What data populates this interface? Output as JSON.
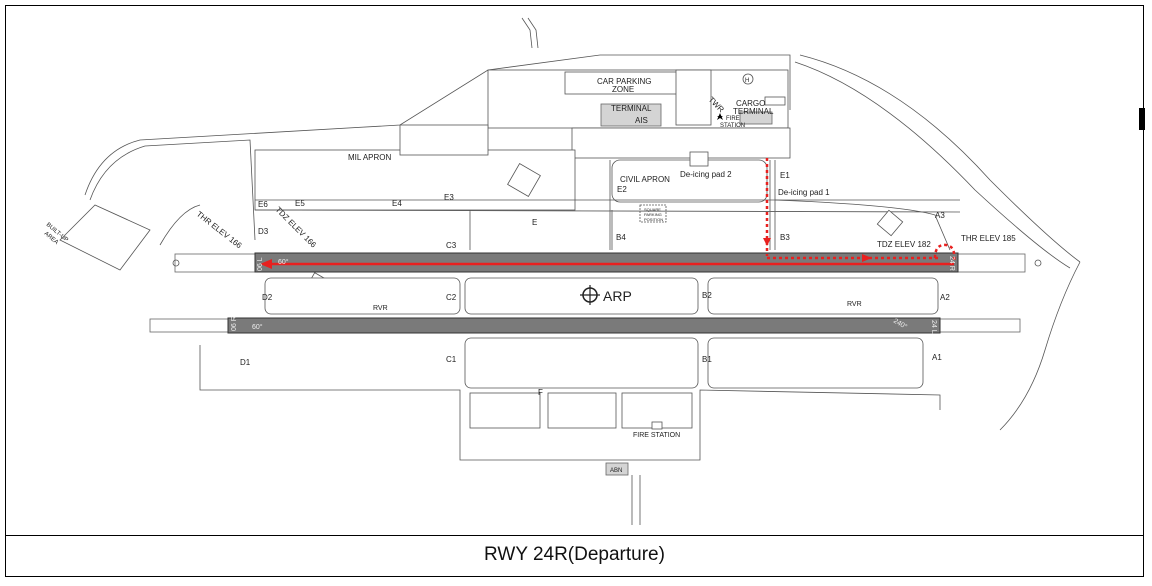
{
  "caption": "RWY 24R(Departure)",
  "colors": {
    "route": "#e8201f",
    "runway": "#7a7a7a"
  },
  "labels": {
    "car_parking": "CAR PARKING",
    "zone": "ZONE",
    "terminal": "TERMINAL",
    "ais": "AIS",
    "twr": "TWR",
    "cargo": "CARGO",
    "cargo_terminal": "TERMINAL",
    "fire_station_top_1": "FIRE",
    "fire_station_top_2": "STATION",
    "heliport": "H",
    "mil_apron": "MIL APRON",
    "civil_apron": "CIVIL APRON",
    "deicing_pad_2": "De-icing pad 2",
    "deicing_pad_1": "De-icing pad 1",
    "square_parking_1": "SQUARE",
    "square_parking_2": "PARKING",
    "square_parking_3": "POSITION",
    "thr_elev_left": "THR ELEV 166",
    "tdz_elev_left": "TDZ ELEV 166",
    "tdz_elev_right": "TDZ ELEV 182",
    "thr_elev_right": "THR ELEV 185",
    "arp": "ARP",
    "rvr_left": "RVR",
    "rvr_right": "RVR",
    "fire_station": "FIRE STATION",
    "abn": "ABN",
    "built_up_1": "BUILT-UP",
    "built_up_2": "AREA"
  },
  "runways": {
    "upper_left_designator": "06 L",
    "upper_left_heading": "60°",
    "upper_right_designator": "24 R",
    "lower_left_designator": "06 R",
    "lower_left_heading": "60°",
    "lower_right_designator": "24 L",
    "lower_right_heading": "240°"
  },
  "taxiways": [
    "A1",
    "A2",
    "A3",
    "B1",
    "B2",
    "B3",
    "B4",
    "C1",
    "C2",
    "C3",
    "D1",
    "D2",
    "D3",
    "E",
    "E1",
    "E2",
    "E3",
    "E4",
    "E5",
    "E6",
    "F"
  ]
}
